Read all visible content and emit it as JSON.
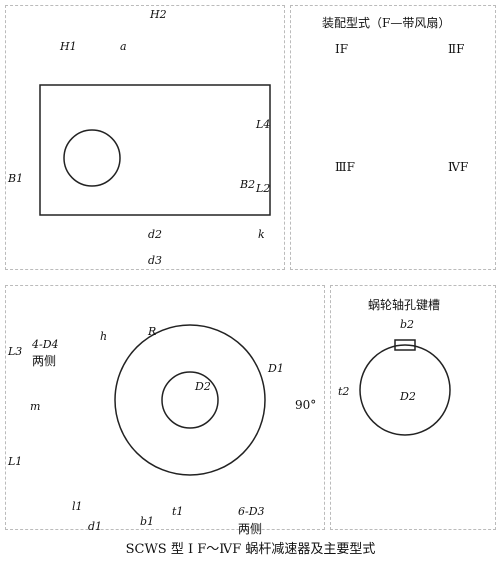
{
  "side_view": {
    "dims": [
      "H2",
      "H1",
      "a",
      "L4",
      "B1",
      "B2",
      "L2",
      "k",
      "d2",
      "d3"
    ]
  },
  "assembly": {
    "heading": "装配型式（F—带风扇）",
    "configs": [
      "ⅠF",
      "ⅡF",
      "ⅢF",
      "ⅣF"
    ]
  },
  "front_view": {
    "dims": [
      "L3",
      "h",
      "R",
      "D1",
      "D2",
      "m",
      "L1",
      "90°",
      "l1",
      "d1",
      "b1",
      "t1"
    ],
    "notes": [
      "4-D4",
      "两侧",
      "6-D3",
      "两侧"
    ]
  },
  "keyway": {
    "heading": "蜗轮轴孔键槽",
    "dims": [
      "b2",
      "t2",
      "D2"
    ]
  },
  "caption": "SCWS 型 I F～ⅣF 蜗杆减速器及主要型式"
}
